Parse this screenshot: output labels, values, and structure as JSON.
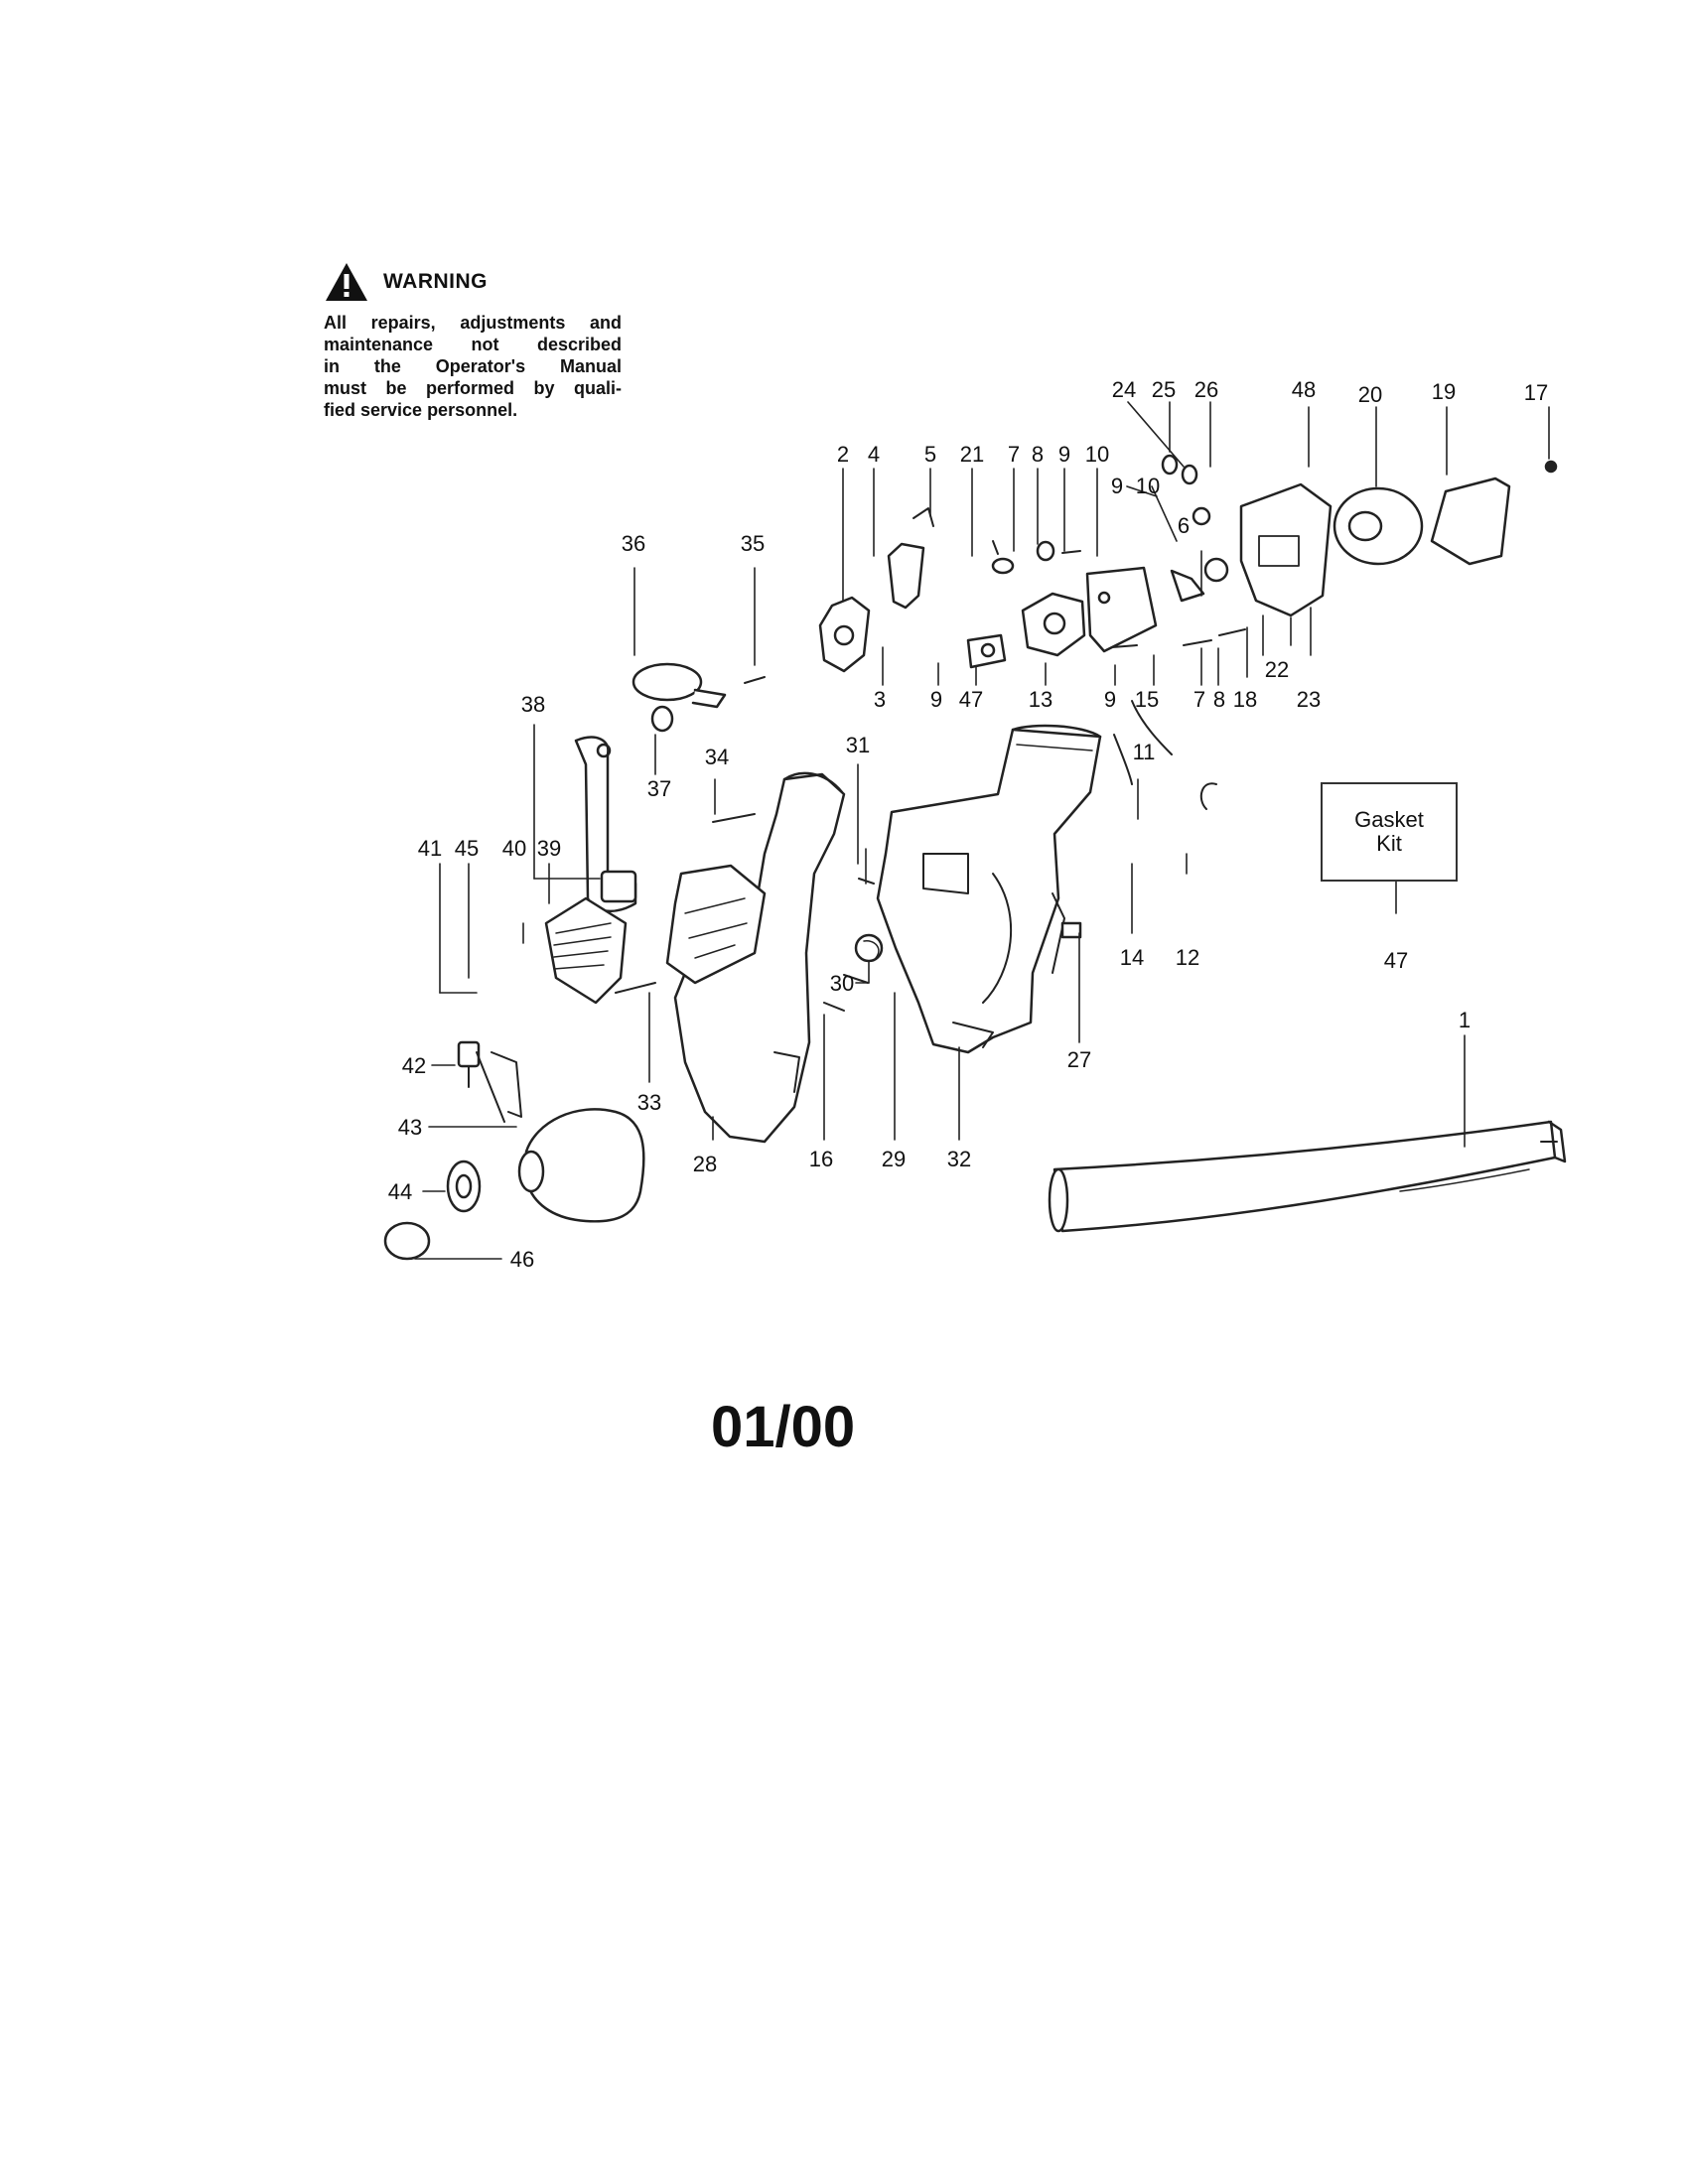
{
  "warning": {
    "title": "WARNING",
    "lines": [
      "All repairs, adjustments and",
      "maintenance not described",
      "in the Operator's Manual",
      "must be performed by quali-",
      "fied service personnel."
    ]
  },
  "gasket_box": {
    "line1": "Gasket",
    "line2": "Kit"
  },
  "date_code": "01/00",
  "callouts": [
    "1",
    "2",
    "3",
    "4",
    "5",
    "6",
    "7",
    "8",
    "9",
    "10",
    "11",
    "12",
    "13",
    "14",
    "15",
    "16",
    "17",
    "18",
    "19",
    "20",
    "21",
    "22",
    "23",
    "24",
    "25",
    "26",
    "27",
    "28",
    "29",
    "30",
    "31",
    "32",
    "33",
    "34",
    "35",
    "36",
    "37",
    "38",
    "39",
    "40",
    "41",
    "42",
    "43",
    "44",
    "45",
    "46",
    "47",
    "48"
  ]
}
